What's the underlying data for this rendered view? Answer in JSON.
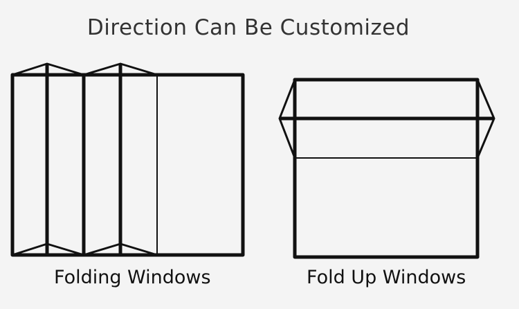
{
  "title": "Direction Can Be Customized",
  "diagrams": [
    {
      "id": "folding",
      "caption": "Folding Windows"
    },
    {
      "id": "fold-up",
      "caption": "Fold Up Windows"
    }
  ],
  "colors": {
    "background": "#f4f4f4",
    "line": "#111111",
    "title": "#333333"
  }
}
